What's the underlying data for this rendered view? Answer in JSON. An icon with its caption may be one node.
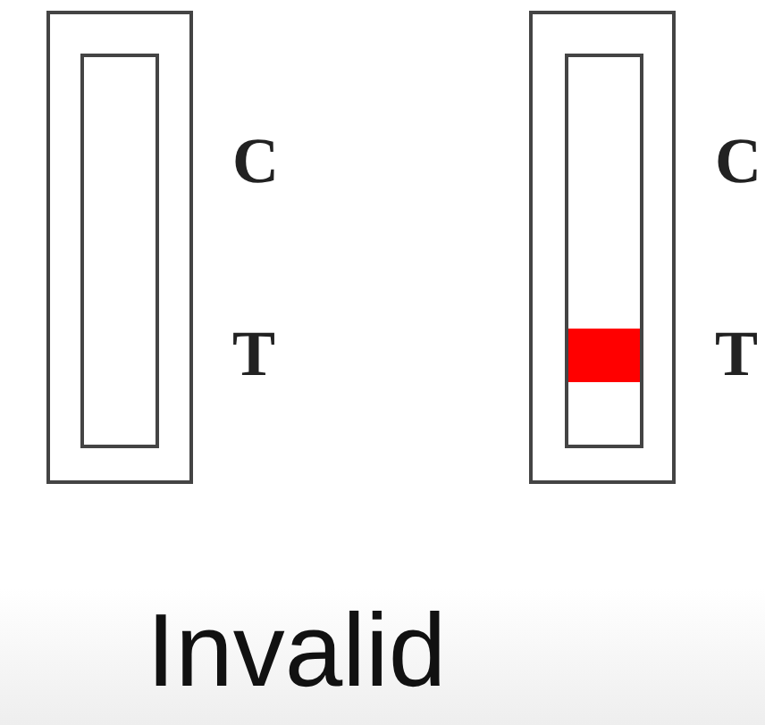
{
  "diagram": {
    "nodes": [
      {
        "text": [],
        "shape": "box",
        "beside": [
          "C",
          "T"
        ]
      },
      {
        "text": [],
        "shape": "box",
        "beside": [
          "C",
          "T"
        ]
      },
      {
        "text": [],
        "shape": "bar",
        "in": 1
      }
    ],
    "labels": [
      "Invalid"
    ]
  }
}
